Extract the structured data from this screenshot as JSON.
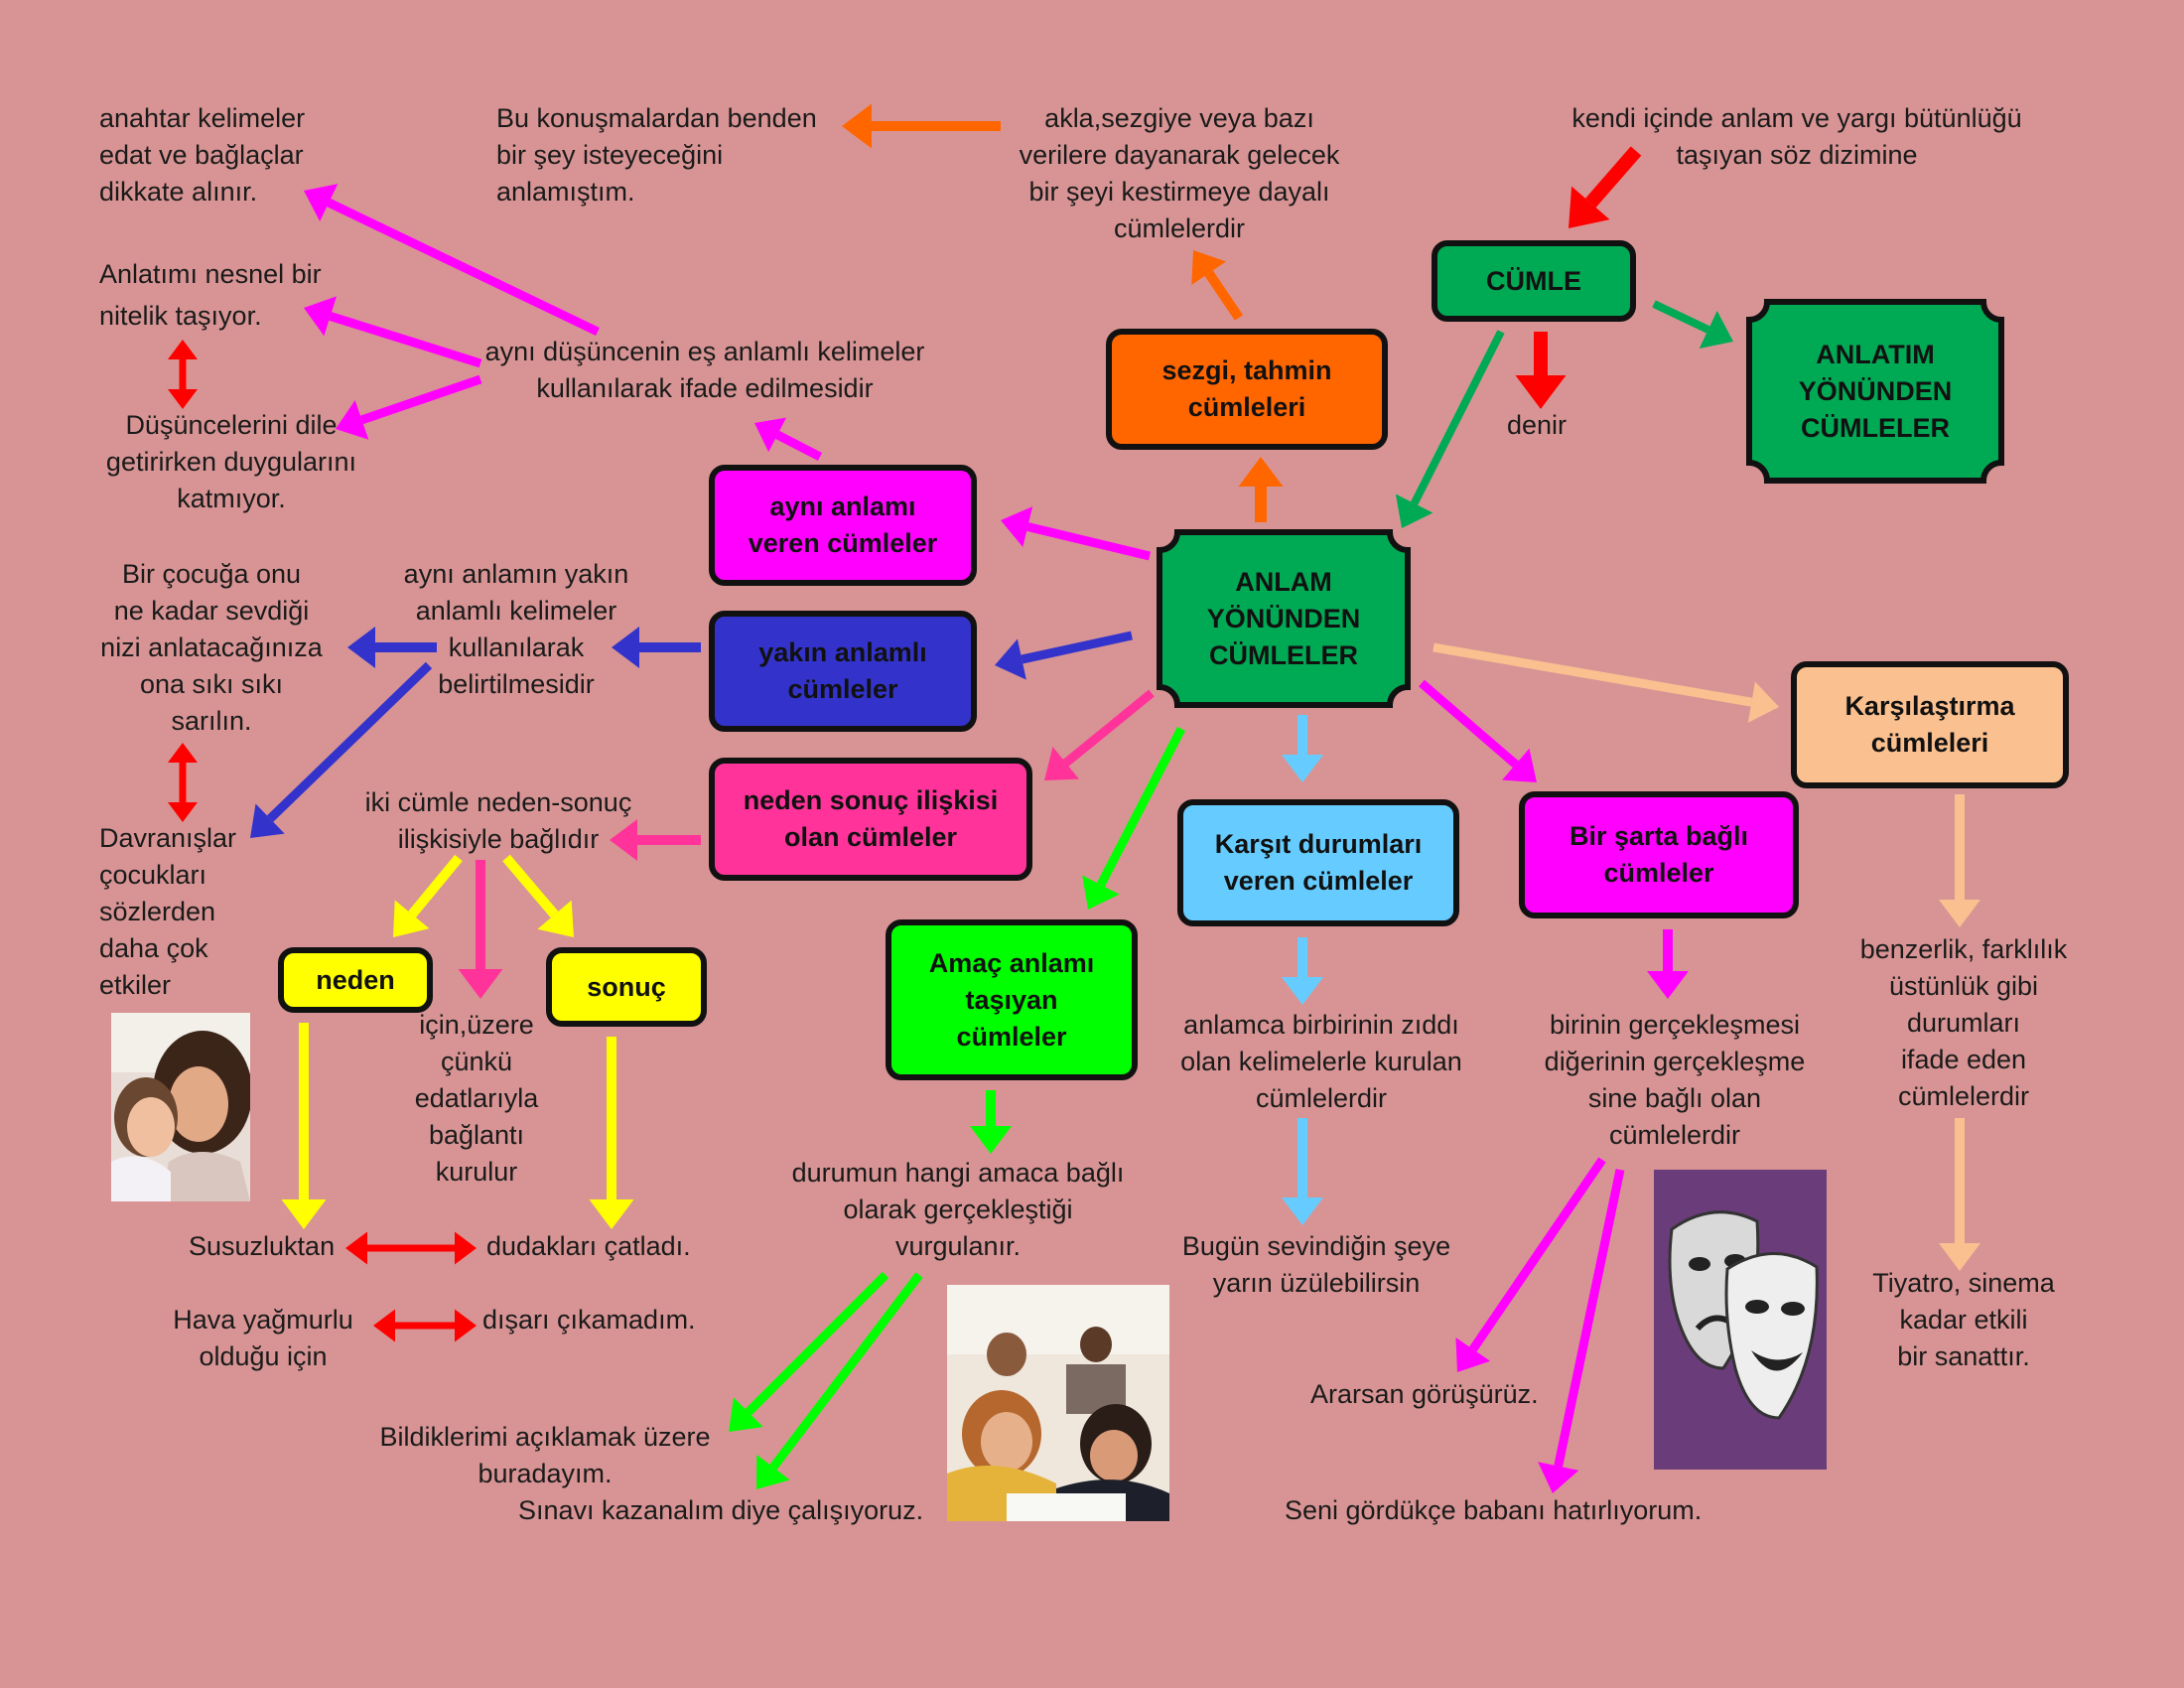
{
  "colors": {
    "background": "#d89494",
    "green": "#00aa55",
    "orange": "#ff6600",
    "magenta": "#ff00ff",
    "blue": "#3333cc",
    "pink": "#ff3399",
    "lime": "#00ff00",
    "lightblue": "#66ccff",
    "peach": "#fac090",
    "yellow": "#ffff00",
    "red": "#ff0000"
  },
  "nodes": {
    "center": "ANLAM\nYÖNÜNDEN\nCÜMLELER",
    "anlatim": "ANLATIM\nYÖNÜNDEN\nCÜMLELER",
    "cumle": "CÜMLE",
    "sezgi": "sezgi, tahmin\ncümleleri",
    "ayni": "aynı anlamı\nveren  cümleler",
    "yakin": "yakın anlamlı\ncümleler",
    "neden_sonuc": "neden sonuç ilişkisi\nolan cümleler",
    "amac": "Amaç anlamı\ntaşıyan\ncümleler",
    "karsit": "Karşıt durumları\nveren cümleler",
    "sart": "Bir şarta bağlı\ncümleler",
    "karsilastirma": "Karşılaştırma\ncümleleri",
    "neden": "neden",
    "sonuc": "sonuç"
  },
  "texts": {
    "anahtar": "anahtar kelimeler\nedat ve bağlaçlar\ndikkate alınır.",
    "bu_konusma": "Bu konuşmalardan benden\nbir şey isteyeceğini\n               anlamıştım.",
    "akla": "akla,sezgiye veya bazı\nverilere dayanarak gelecek\nbir şeyi kestirmeye dayalı\ncümlelerdir",
    "kendi": "kendi içinde anlam ve yargı bütünlüğü\ntaşıyan söz dizimine",
    "denir": "denir",
    "anlatimi_nesnel": "Anlatımı nesnel bir\nnitelik taşıyor.",
    "ayni_dusunce": "aynı düşüncenin eş anlamlı kelimeler\nkullanılarak ifade edilmesidir",
    "dusuncelerini": "Düşüncelerini dile\ngetirirken duygularını\nkatmıyor.",
    "bir_cocuga": "Bir çocuğa onu\nne kadar sevdiği\nnizi anlatacağınıza\nona sıkı sıkı\nsarılın.",
    "ayni_anlamin_yakin": "aynı anlamın yakın\nanlamlı kelimeler\nkullanılarak\nbelirtilmesidir",
    "davranislar": "Davranışlar\nçocukları\nsözlerden\ndaha çok\netkiler",
    "iki_cumle": "iki cümle neden-sonuç\nilişkisiyle bağlıdır",
    "icin_uzere": "için,üzere\nçünkü\nedatlarıyla\nbağlantı\nkurulur",
    "susuzluktan": "Susuzluktan",
    "dudaklari": "dudakları çatladı.",
    "hava": "Hava yağmurlu\nolduğu için",
    "disari": "dışarı çıkamadım.",
    "durumun": "durumun hangi amaca bağlı\nolarak gerçekleştiği\nvurgulanır.",
    "bildiklerimi": "Bildiklerimi açıklamak üzere\nburadayım.",
    "sinavi": "Sınavı kazanalım diye çalışıyoruz.",
    "anlamca": "anlamca birbirinin zıddı\nolan kelimelerle kurulan\ncümlelerdir",
    "bugun": "Bugün sevindiğin şeye\nyarın üzülebilirsin",
    "birinin": "birinin gerçekleşmesi\ndiğerinin gerçekleşme\nsine bağlı olan\ncümlelerdir",
    "ararsan": "Ararsan görüşürüz.",
    "seni": "Seni gördükçe babanı hatırlıyorum.",
    "benzerlik": "benzerlik, farklılık\nüstünlük gibi\ndurumları\nifade eden\ncümlelerdir",
    "tiyatro": "Tiyatro, sinema\nkadar etkili\n  bir sanattır."
  },
  "icons": {
    "mother_child_photo": "mother-child-photo",
    "exam_students_photo": "exam-students-photo",
    "theater_masks": "theater-masks-image"
  }
}
